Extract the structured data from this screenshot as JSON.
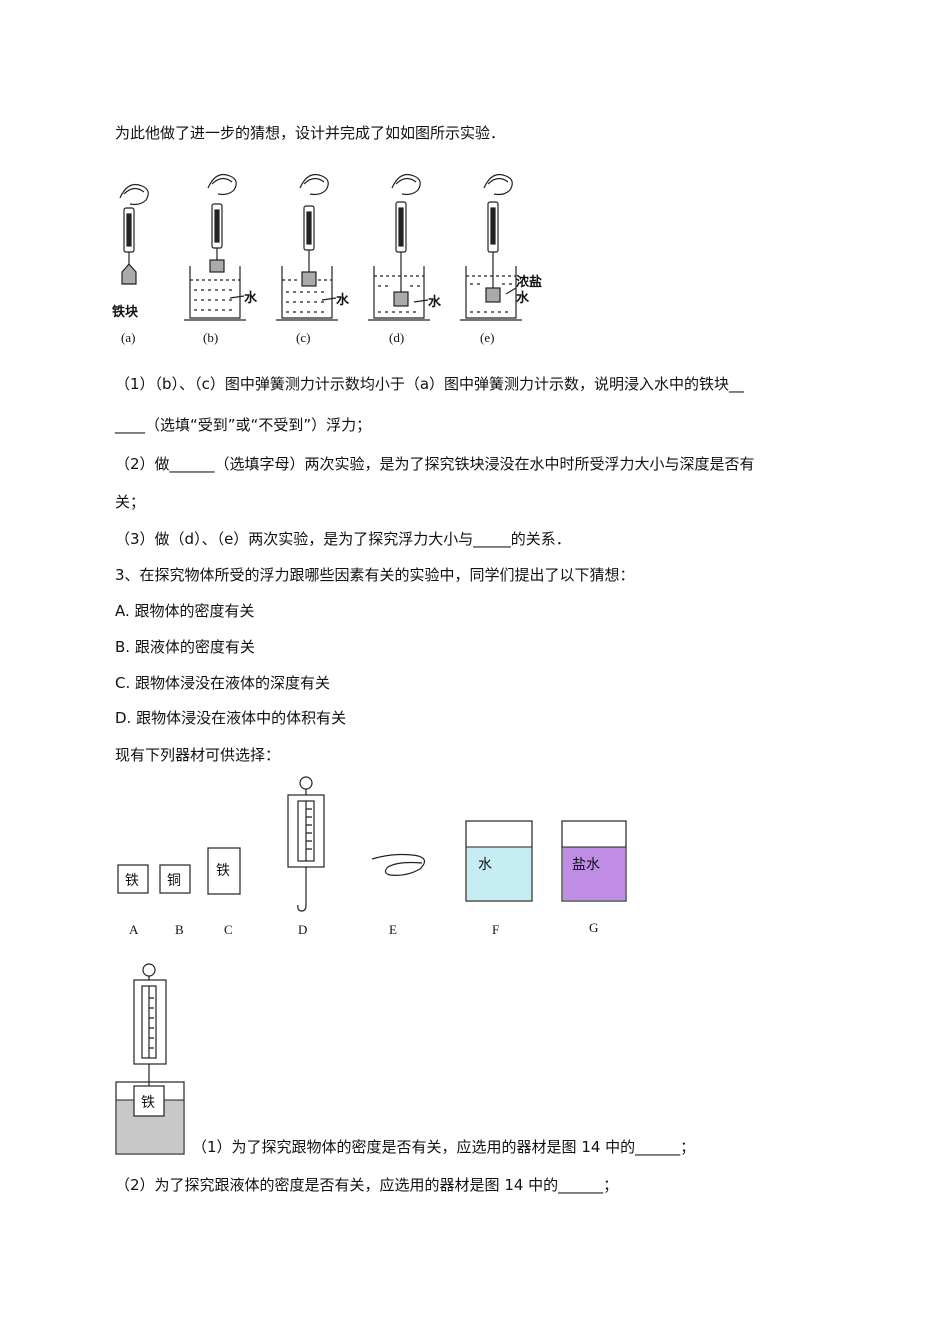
{
  "intro": "为此他做了进一步的猜想，设计并完成了如如图所示实验．",
  "figure1": {
    "captions": [
      "(a)",
      "(b)",
      "(c)",
      "(d)",
      "(e)"
    ],
    "label_iron": "铁块",
    "label_water": "水",
    "label_brine_1": "浓盐",
    "label_brine_2": "水"
  },
  "q1": {
    "line1": "（1）（b）、（c）图中弹簧测力计示数均小于（a）图中弹簧测力计示数，说明浸入水中的铁块__",
    "line2": "____（选填“受到”或“不受到”）浮力；"
  },
  "q2": {
    "line1": "（2）做______（选填字母）两次实验，是为了探究铁块浸没在水中时所受浮力大小与深度是否有",
    "line2": "关；"
  },
  "q3": "（3）做（d）、（e）两次实验，是为了探究浮力大小与_____的关系．",
  "p3": {
    "title": "3、在探究物体所受的浮力跟哪些因素有关的实验中，同学们提出了以下猜想：",
    "options": [
      "A. 跟物体的密度有关",
      "B. 跟液体的密度有关",
      "C. 跟物体浸没在液体的深度有关",
      "D. 跟物体浸没在液体中的体积有关"
    ],
    "materials_intro": "现有下列器材可供选择："
  },
  "figure2": {
    "block_iron": "铁",
    "block_copper": "铜",
    "water": "水",
    "brine": "盐水",
    "labels": [
      "A",
      "B",
      "C",
      "D",
      "E",
      "F",
      "G"
    ]
  },
  "figure3": {
    "block": "铁"
  },
  "sub1": "（1）为了探究跟物体的密度是否有关，应选用的器材是图 14 中的______；",
  "sub2": "（2）为了探究跟液体的密度是否有关，应选用的器材是图 14 中的______；",
  "colors": {
    "water_fill": "#c5edf3",
    "brine_fill": "#bf8de3",
    "liquid_gray": "#c8c8c8"
  }
}
